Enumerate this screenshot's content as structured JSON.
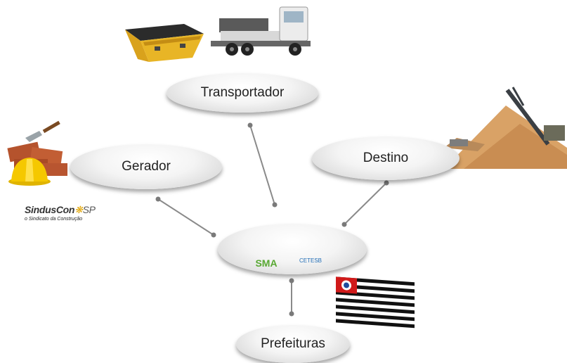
{
  "nodes": {
    "transportador": "Transportador",
    "gerador": "Gerador",
    "destino": "Destino",
    "prefeituras": "Prefeituras"
  },
  "center_logos": {
    "sma": "SMA",
    "cetesb": "CETESB"
  },
  "sinduscon": {
    "brand": "SindusCon",
    "sp": "SP",
    "tagline": "o Sindicato da Construção"
  },
  "colors": {
    "sma_green": "#58a832",
    "cetesb_blue": "#1f6cb5",
    "connector": "#8a8a8a",
    "flag_red": "#d01a1a"
  }
}
